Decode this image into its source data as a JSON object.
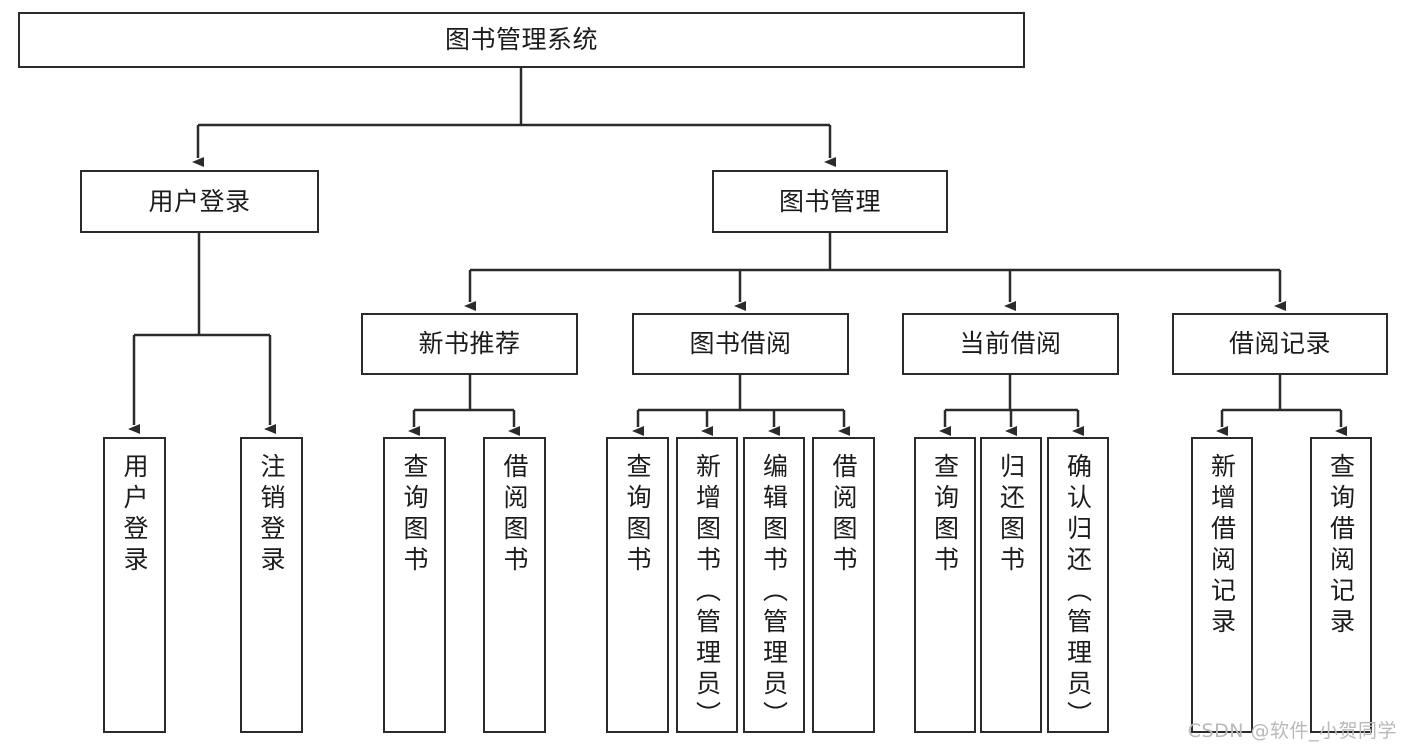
{
  "diagram": {
    "type": "tree",
    "title": "图书管理系统",
    "orientation": "top-down",
    "colors": {
      "box_border": "#2b2b2b",
      "box_fill": "#ffffff",
      "connector": "#2b2b2b",
      "text": "#1c1c1c",
      "watermark": "#b9b9b9",
      "background": "#ffffff"
    },
    "watermark": "CSDN @软件_小贺同学",
    "nodes": {
      "root": {
        "label": "图书管理系统"
      },
      "level2": [
        {
          "id": "user-login",
          "label": "用户登录"
        },
        {
          "id": "book-management",
          "label": "图书管理"
        }
      ],
      "level3": [
        {
          "id": "new-book-recommend",
          "label": "新书推荐"
        },
        {
          "id": "book-borrow",
          "label": "图书借阅"
        },
        {
          "id": "current-borrow",
          "label": "当前借阅"
        },
        {
          "id": "borrow-record",
          "label": "借阅记录"
        }
      ],
      "leaves": {
        "user_login": [
          {
            "id": "user-login-leaf",
            "label": "用户登录"
          },
          {
            "id": "user-logout-leaf",
            "label": "注销登录"
          }
        ],
        "new_book_recommend": [
          {
            "id": "query-book-1",
            "label": "查询图书"
          },
          {
            "id": "borrow-book-1",
            "label": "借阅图书"
          }
        ],
        "book_borrow": [
          {
            "id": "query-book-2",
            "label": "查询图书"
          },
          {
            "id": "add-book",
            "label": "新增图书（管理员）"
          },
          {
            "id": "edit-book",
            "label": "编辑图书（管理员）"
          },
          {
            "id": "borrow-book-2",
            "label": "借阅图书"
          }
        ],
        "current_borrow": [
          {
            "id": "query-book-3",
            "label": "查询图书"
          },
          {
            "id": "return-book",
            "label": "归还图书"
          },
          {
            "id": "confirm-return",
            "label": "确认归还（管理员）"
          }
        ],
        "borrow_record": [
          {
            "id": "add-borrow-record",
            "label": "新增借阅记录"
          },
          {
            "id": "query-borrow-record",
            "label": "查询借阅记录"
          }
        ]
      }
    }
  }
}
